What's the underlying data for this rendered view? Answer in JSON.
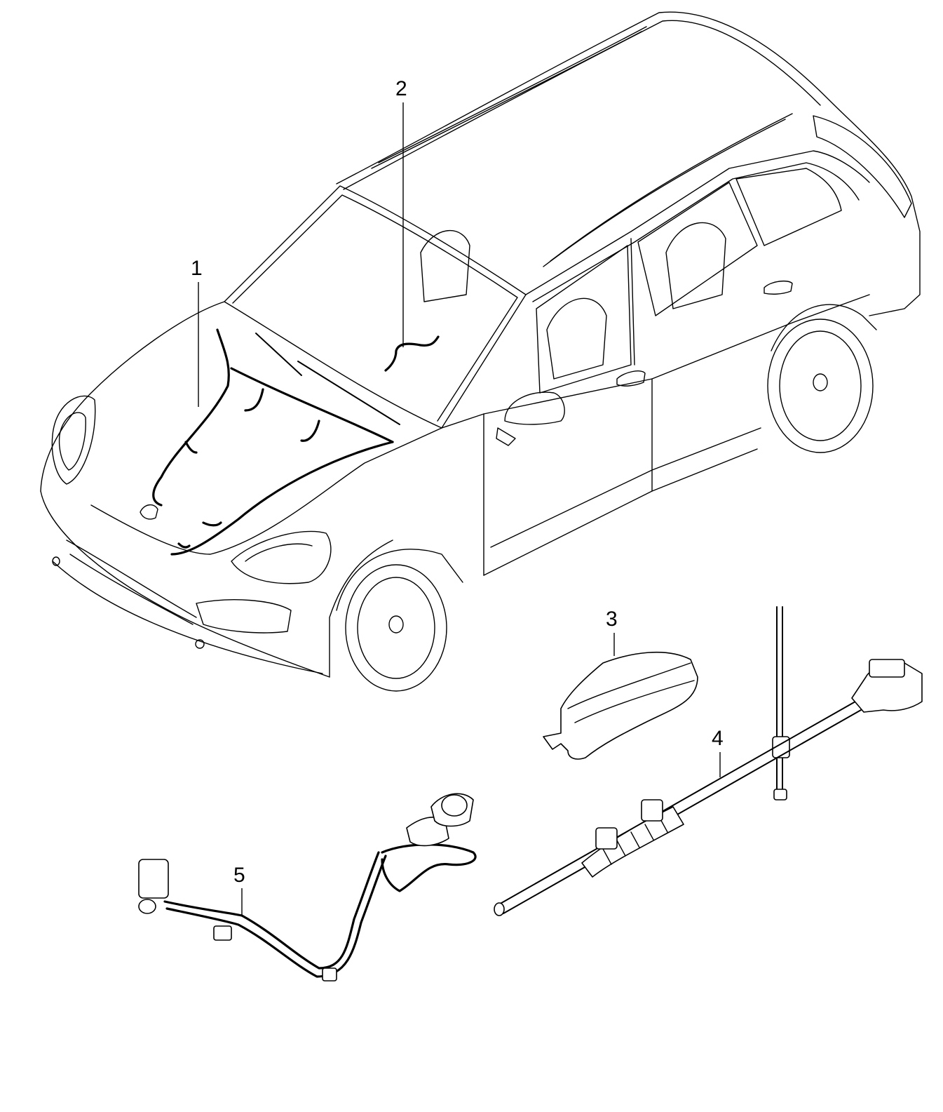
{
  "callouts": [
    {
      "id": "1",
      "label": "1"
    },
    {
      "id": "2",
      "label": "2"
    },
    {
      "id": "3",
      "label": "3"
    },
    {
      "id": "4",
      "label": "4"
    },
    {
      "id": "5",
      "label": "5"
    }
  ],
  "colors": {
    "line": "#000000",
    "background": "#ffffff"
  },
  "icons": [
    "car-body-illustration",
    "cover-part-icon",
    "cable-harness-icon",
    "sensor-harness-icon"
  ]
}
